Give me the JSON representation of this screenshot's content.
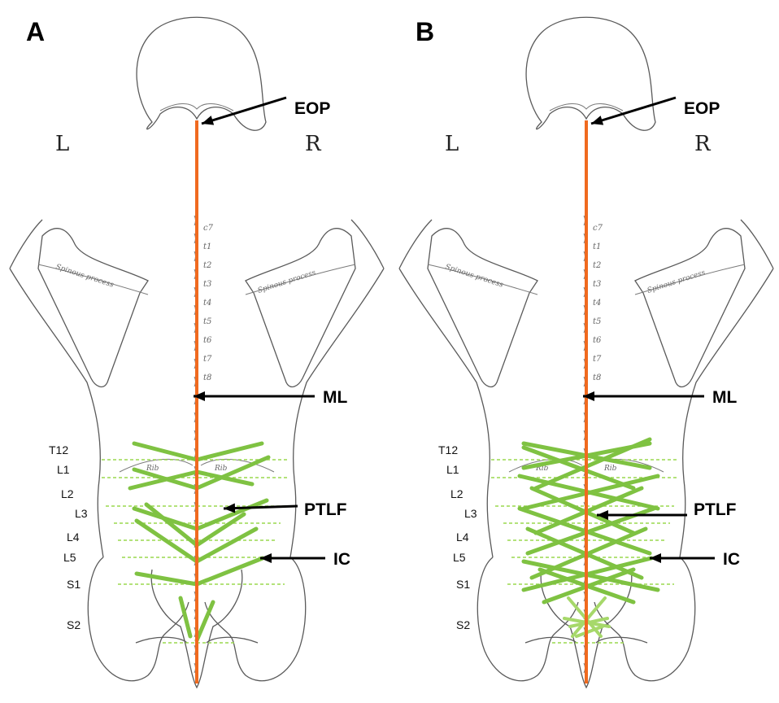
{
  "panels": [
    {
      "id": "A",
      "label": "A",
      "left_label": "L",
      "right_label": "R",
      "callouts": {
        "eop": "EOP",
        "ml": "ML",
        "ptlf": "PTLF",
        "ic": "IC"
      },
      "levels": [
        "T12",
        "L1",
        "L2",
        "L3",
        "L4",
        "L5",
        "S1",
        "S2"
      ],
      "pattern": "single V per level"
    },
    {
      "id": "B",
      "label": "B",
      "left_label": "L",
      "right_label": "R",
      "callouts": {
        "eop": "EOP",
        "ml": "ML",
        "ptlf": "PTLF",
        "ic": "IC"
      },
      "levels": [
        "T12",
        "L1",
        "L2",
        "L3",
        "L4",
        "L5",
        "S1",
        "S2"
      ],
      "pattern": "overlapping X lattice"
    }
  ],
  "vertebra_marks": [
    "c7",
    "t1",
    "t2",
    "t3",
    "t4",
    "t5",
    "t6",
    "t7",
    "t8"
  ],
  "bone_labels": {
    "spinous_process": "Spinous process",
    "rib": "Rib"
  },
  "colors": {
    "midline": "#f06a1f",
    "fiber": "#7fc242",
    "fiber_light": "#a6d86a",
    "level_line": "#9ad84f",
    "bone": "#5a5a5a",
    "arrow": "#000000"
  }
}
